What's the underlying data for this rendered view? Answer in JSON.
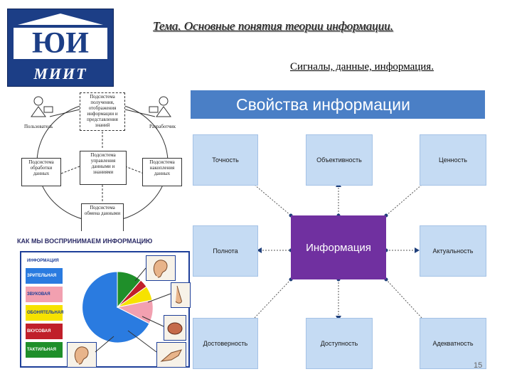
{
  "header": {
    "logo_letters": "ЮИ",
    "logo_brand": "МИИТ",
    "topic": "Тема. Основные понятия теории информации.",
    "subtitle": "Сигналы, данные, информация."
  },
  "subsystems": {
    "actors": [
      "Пользователь",
      "Разработчик"
    ],
    "boxes": [
      "Подсистема получения, отображения информации и представления знаний",
      "Подсистема обработки данных",
      "Подсистема управления данными и знаниями",
      "Подсистема накопления данных",
      "Подсистема обмена данными"
    ]
  },
  "perception": {
    "title": "КАК МЫ ВОСПРИНИМАЕМ ИНФОРМАЦИЮ",
    "legend_header": "ИНФОРМАЦИЯ",
    "legend": [
      {
        "label": "ЗРИТЕЛЬНАЯ",
        "color": "#2a7be0"
      },
      {
        "label": "ЗВУКОВАЯ",
        "color": "#f2a0b0"
      },
      {
        "label": "ОБОНЯТЕЛЬНАЯ",
        "color": "#f6e200"
      },
      {
        "label": "ВКУСОВАЯ",
        "color": "#c01f2a"
      },
      {
        "label": "ТАКТИЛЬНАЯ",
        "color": "#1f8f2a"
      }
    ],
    "icons": [
      "ear-icon",
      "nose-icon",
      "mouth-icon",
      "hand-icon",
      "ear2-icon"
    ]
  },
  "properties": {
    "title": "Свойства информации",
    "center": "Информация",
    "items": [
      "Точность",
      "Объективность",
      "Ценность",
      "Полнота",
      "Актуальность",
      "Достоверность",
      "Доступность",
      "Адекватность"
    ],
    "colors": {
      "header": "#4a7fc6",
      "box": "#c5dbf3",
      "center": "#7030a0"
    }
  },
  "page_number": "15"
}
